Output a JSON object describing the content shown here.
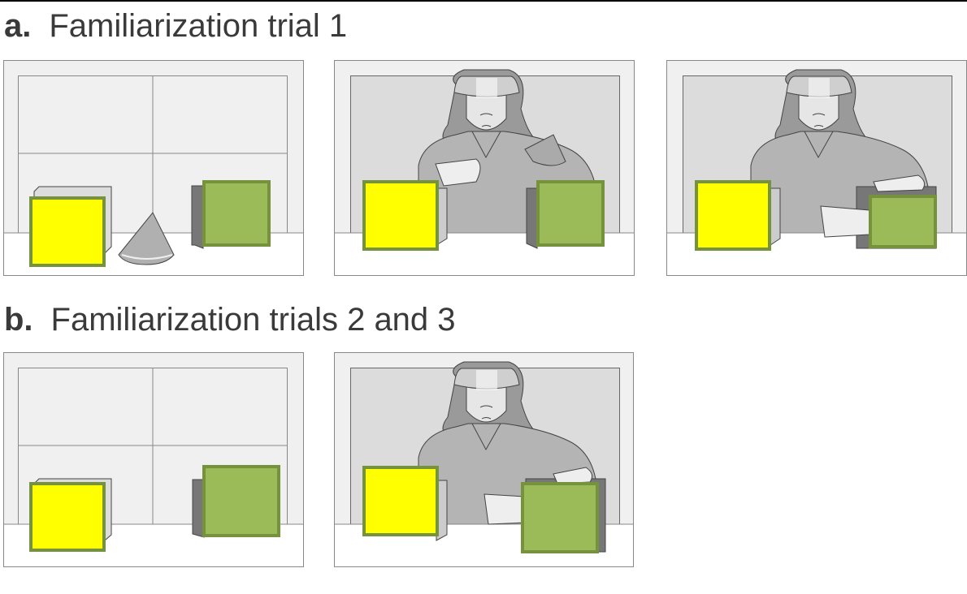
{
  "panel_a": {
    "label": "a.",
    "title": "Familiarization trial 1"
  },
  "panel_b": {
    "label": "b.",
    "title": "Familiarization trials 2 and 3"
  },
  "colors": {
    "yellow_box": "#ffff00",
    "green_box": "#9bbb59",
    "box_border": "#76923c",
    "wall": "#f0f0f0",
    "window": "#dcdcdc"
  }
}
